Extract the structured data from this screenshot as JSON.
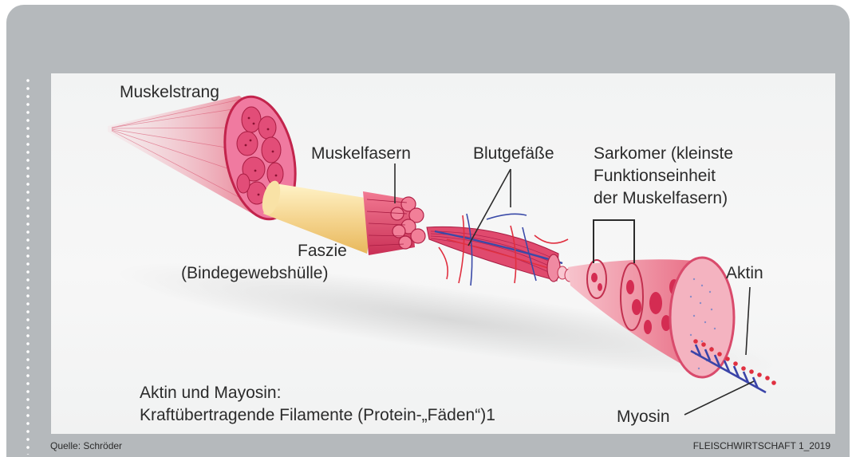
{
  "labels": {
    "muskelstrang": "Muskelstrang",
    "muskelfasern": "Muskelfasern",
    "blutgefaesse": "Blutgefäße",
    "sarkomer_line1": "Sarkomer (kleinste",
    "sarkomer_line2": "Funktionseinheit",
    "sarkomer_line3": "der Muskelfasern)",
    "faszie_line1": "Faszie",
    "faszie_line2": "(Bindegewebshülle)",
    "aktin": "Aktin",
    "myosin": "Myosin",
    "caption_line1": "Aktin und Mayosin:",
    "caption_line2": "Kraftübertragende Filamente (Protein-„Fäden“)1"
  },
  "footer": {
    "source": "Quelle: Schröder",
    "publication": "FLEISCHWIRTSCHAFT 1_2019"
  },
  "colors": {
    "frame": "#b5b9bc",
    "muscle_pink": "#e8486a",
    "fascia_yellow": "#f4d48c",
    "vessel_blue": "#3a4aa8",
    "vessel_red": "#e03040"
  }
}
